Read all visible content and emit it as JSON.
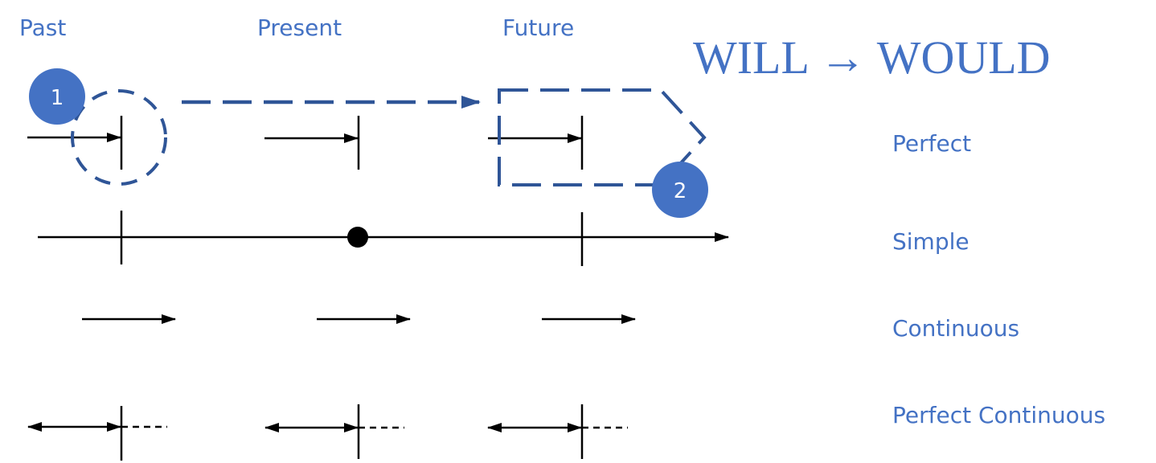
{
  "periods": [
    "Past",
    "Present",
    "Future"
  ],
  "title": "WILL → WOULD",
  "tenses": [
    "Perfect",
    "Simple",
    "Continuous",
    "Perfect Continuous"
  ],
  "badges": [
    "1",
    "2"
  ],
  "colors": {
    "accent": "#4472c4",
    "annotation": "#2f5597",
    "line": "#000000"
  },
  "annotations": {
    "circle_target": "past-perfect",
    "arrow_from": "past-perfect",
    "arrow_to": "future-perfect",
    "box_target": "future-perfect"
  }
}
